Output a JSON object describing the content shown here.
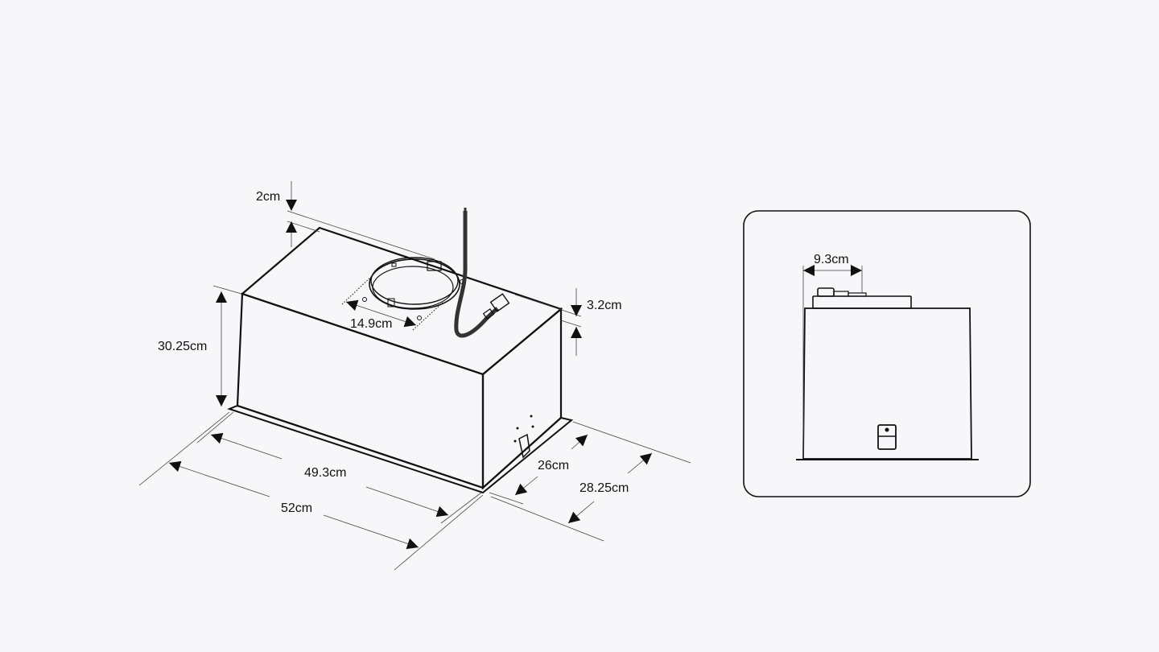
{
  "main_view": {
    "dimensions": {
      "height_top_offset": "2cm",
      "height": "30.25cm",
      "duct_offset": "3.2cm",
      "duct_diameter": "14.9cm",
      "body_width": "49.3cm",
      "overall_width": "52cm",
      "body_depth": "26cm",
      "overall_depth": "28.25cm"
    }
  },
  "side_view": {
    "dimensions": {
      "duct_distance": "9.3cm"
    }
  },
  "colors": {
    "background": "#f7f6f9",
    "line": "#111111"
  }
}
